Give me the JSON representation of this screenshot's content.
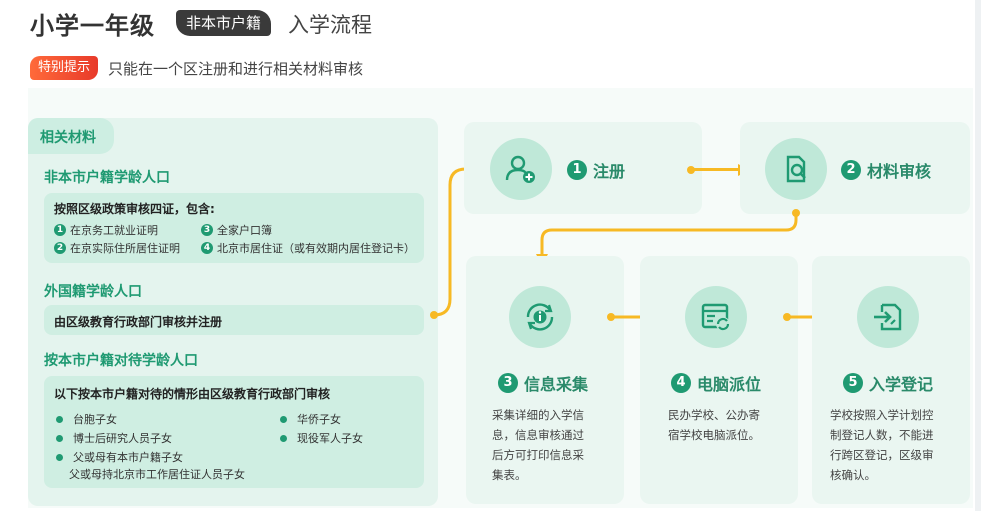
{
  "header": {
    "title": "小学一年级",
    "tag": "非本市户籍",
    "subtitle": "入学流程"
  },
  "tip": {
    "badge": "特别提示",
    "text": "只能在一个区注册和进行相关材料审核"
  },
  "materials": {
    "tab_label": "相关材料",
    "section1": {
      "title": "非本市户籍学龄人口",
      "box_title": "按照区级政策审核四证，包含:",
      "items": [
        {
          "num": "1",
          "text": "在京务工就业证明"
        },
        {
          "num": "3",
          "text": "全家户口簿"
        },
        {
          "num": "2",
          "text": "在京实际住所居住证明"
        },
        {
          "num": "4",
          "text": "北京市居住证（或有效期内居住登记卡）"
        }
      ]
    },
    "section2": {
      "title": "外国籍学龄人口",
      "box_text": "由区级教育行政部门审核并注册"
    },
    "section3": {
      "title": "按本市户籍对待学龄人口",
      "box_title": "以下按本市户籍对待的情形由区级教育行政部门审核",
      "left_items": [
        "台胞子女",
        "博士后研究人员子女",
        "父或母有本市户籍子女"
      ],
      "left_extra": "父或母持北京市工作居住证人员子女",
      "right_items": [
        "华侨子女",
        "现役军人子女"
      ]
    }
  },
  "steps": [
    {
      "num": "1",
      "label": "注册",
      "icon": "user-add-icon",
      "desc": ""
    },
    {
      "num": "2",
      "label": "材料审核",
      "icon": "document-search-icon",
      "desc": ""
    },
    {
      "num": "3",
      "label": "信息采集",
      "icon": "refresh-info-icon",
      "desc_lines": [
        "采集详细的入学信",
        "息，信息审核通过",
        "后方可打印信息采",
        "集表。"
      ]
    },
    {
      "num": "4",
      "label": "电脑派位",
      "icon": "browser-refresh-icon",
      "desc_lines": [
        "民办学校、公办寄",
        "宿学校电脑派位。"
      ]
    },
    {
      "num": "5",
      "label": "入学登记",
      "icon": "login-document-icon",
      "desc_lines": [
        "学校按照入学计划控",
        "制登记人数，不能进",
        "行跨区登记，区级审",
        "核确认。"
      ]
    }
  ],
  "colors": {
    "primary_green": "#1f9a72",
    "light_green": "#e4f4ee",
    "arrow_yellow": "#f7b924",
    "tip_red": "#e83a2a"
  }
}
